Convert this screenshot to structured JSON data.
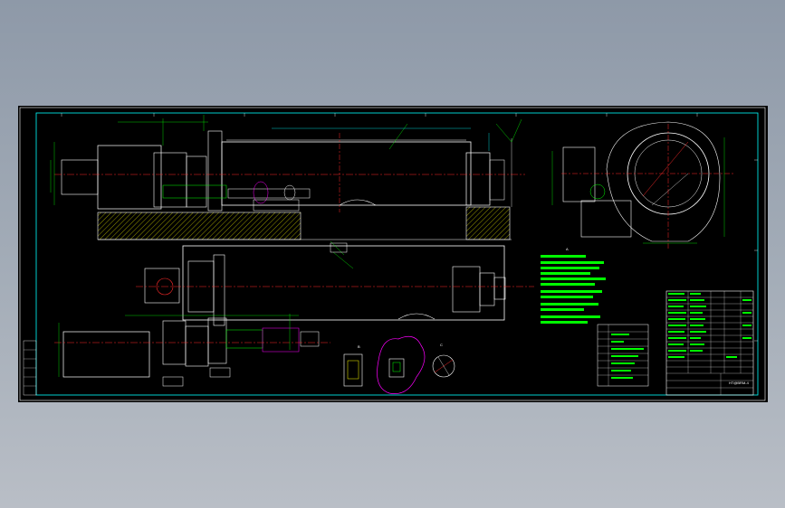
{
  "drawing": {
    "sheet_label": "HT@BRM-4",
    "tag_1": "A",
    "tag_2": "B",
    "tag_3": "C"
  },
  "colors": {
    "background": "#000000",
    "outline": "#ffffff",
    "dimension": "#00ff00",
    "centerline": "#ff2a2a",
    "annotation": "#00ffff",
    "highlight": "#ff00ff",
    "section": "#ffff00"
  }
}
